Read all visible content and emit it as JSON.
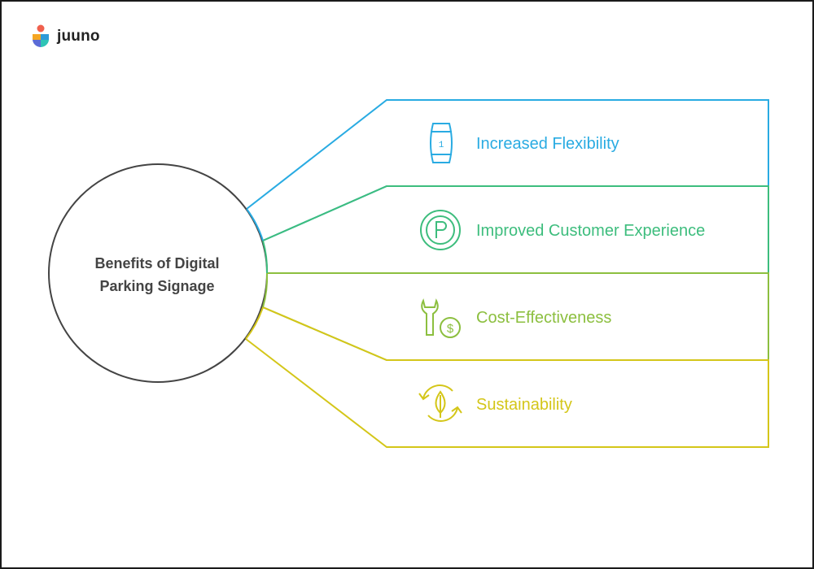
{
  "brand": {
    "name": "juuno"
  },
  "hub": {
    "lines": [
      "Benefits of Digital",
      "Parking Signage"
    ]
  },
  "items": [
    {
      "label": "Increased Flexibility",
      "icon": "barrel-icon",
      "color": "#29abe2"
    },
    {
      "label": "Improved Customer Experience",
      "icon": "parking-icon",
      "color": "#3dbd7d"
    },
    {
      "label": "Cost-Effectiveness",
      "icon": "wrench-dollar-icon",
      "color": "#8cbf3f"
    },
    {
      "label": "Sustainability",
      "icon": "recycle-leaf-icon",
      "color": "#d4c619"
    }
  ],
  "colors": {
    "hub_stroke": "#444444",
    "text": "#444444"
  }
}
